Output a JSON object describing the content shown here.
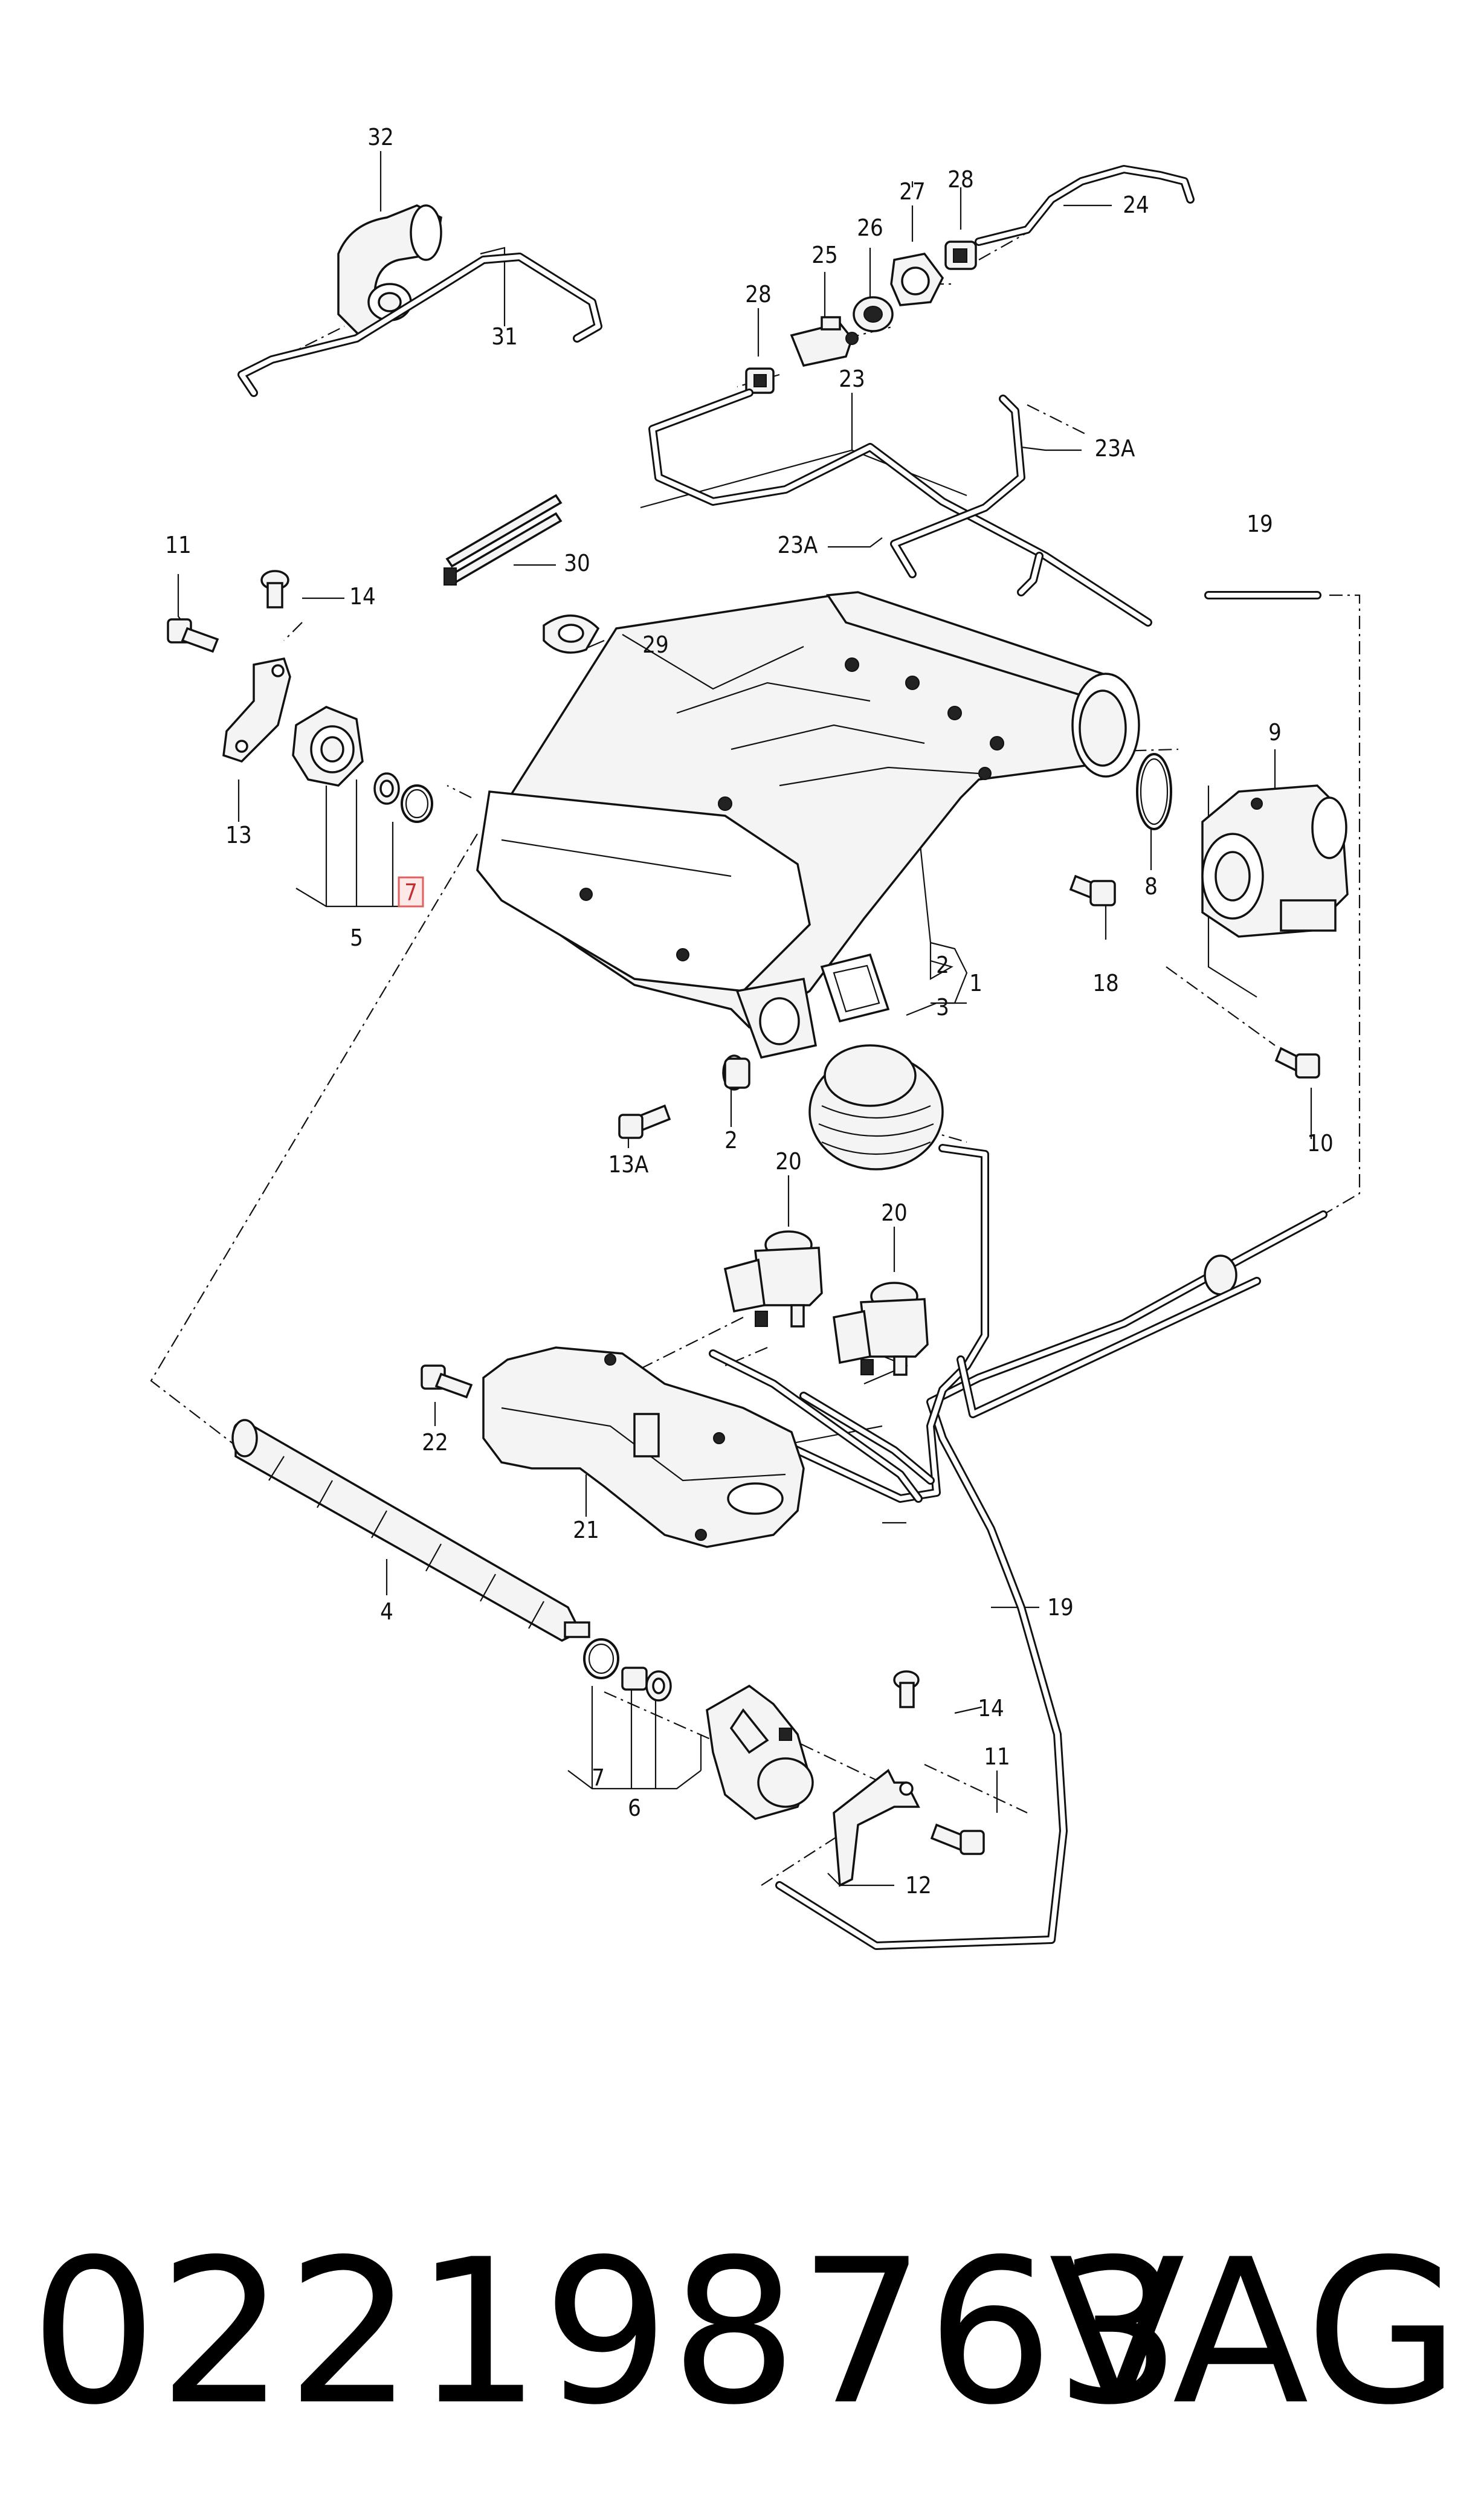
{
  "diagram": {
    "callouts": {
      "c1": "1",
      "c2a": "2",
      "c2b": "2",
      "c3": "3",
      "c4": "4",
      "c5": "5",
      "c6": "6",
      "c7a": "7",
      "c7b": "7",
      "c8": "8",
      "c9": "9",
      "c10": "10",
      "c11a": "11",
      "c11b": "11",
      "c12": "12",
      "c13": "13",
      "c13a": "13A",
      "c14a": "14",
      "c14b": "14",
      "c18": "18",
      "c19a": "19",
      "c19b": "19",
      "c20a": "20",
      "c20b": "20",
      "c21": "21",
      "c22": "22",
      "c23": "23",
      "c23a1": "23A",
      "c23a2": "23A",
      "c24": "24",
      "c25": "25",
      "c26": "26",
      "c27": "27",
      "c28a": "28",
      "c28b": "28",
      "c29": "29",
      "c30": "30",
      "c31": "31",
      "c32": "32"
    },
    "highlighted_callout": "7",
    "highlight_color": "#e06060"
  },
  "footer": {
    "part_number": "022198763",
    "brand": "VAG"
  }
}
